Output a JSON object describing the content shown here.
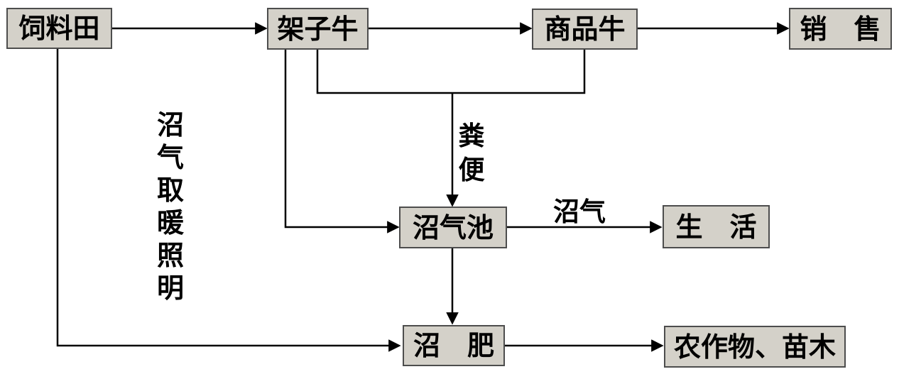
{
  "diagram": {
    "type": "flowchart",
    "description": "Ecological agriculture cycle flowchart: feed field, cattle, biogas digester, fertilizer",
    "colors": {
      "background": "#ffffff",
      "box_fill": "#d4d1c9",
      "box_border": "#4d4d4d",
      "line": "#000000",
      "text": "#000000"
    },
    "nodes": {
      "feed_field": "饲料田",
      "feeder_cattle": "架子牛",
      "commodity_cattle": "商品牛",
      "sales": "销　售",
      "biogas_digester": "沼气池",
      "daily_life": "生　活",
      "biogas_fertilizer": "沼　肥",
      "crops_seedlings": "农作物、苗木"
    },
    "labels": {
      "manure": [
        "粪",
        "便"
      ],
      "manure_text": "粪便",
      "biogas": "沼气",
      "side_note": [
        "沼",
        "气",
        "取",
        "暖",
        "照",
        "明"
      ],
      "side_note_text": "沼气取暖照明"
    },
    "edges": [
      {
        "from": "feed_field",
        "to": "feeder_cattle",
        "label": ""
      },
      {
        "from": "feeder_cattle",
        "to": "commodity_cattle",
        "label": ""
      },
      {
        "from": "commodity_cattle",
        "to": "sales",
        "label": ""
      },
      {
        "from": "feeder_cattle,commodity_cattle",
        "to": "biogas_digester",
        "label": "粪便"
      },
      {
        "from": "feeder_cattle",
        "to": "biogas_digester",
        "label": ""
      },
      {
        "from": "biogas_digester",
        "to": "daily_life",
        "label": "沼气"
      },
      {
        "from": "biogas_digester",
        "to": "biogas_fertilizer",
        "label": ""
      },
      {
        "from": "feed_field",
        "to": "biogas_fertilizer",
        "label": ""
      },
      {
        "from": "biogas_fertilizer",
        "to": "crops_seedlings",
        "label": ""
      }
    ]
  }
}
